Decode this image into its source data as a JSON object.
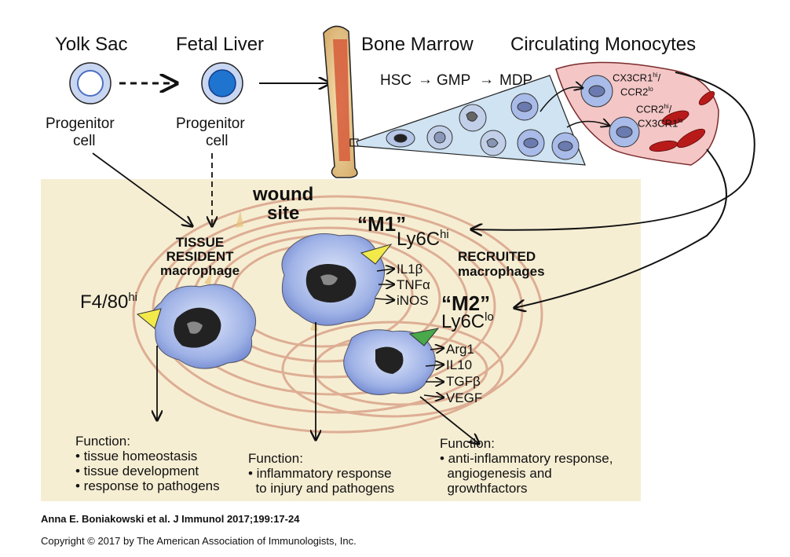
{
  "top": {
    "yolk_sac": "Yolk Sac",
    "fetal_liver": "Fetal Liver",
    "bone_marrow": "Bone Marrow",
    "circulating_monocytes": "Circulating Monocytes",
    "progenitor_1": "Progenitor",
    "cell_1": "cell",
    "progenitor_2": "Progenitor",
    "cell_2": "cell",
    "hsc": "HSC",
    "gmp": "GMP",
    "mdp": "MDP",
    "cx3cr1_hi": "CX3CR1",
    "cx3cr1_hi_sup": "hi",
    "ccr2_lo": "CCR2",
    "ccr2_lo_sup": "lo",
    "ccr2_hi": "CCR2",
    "ccr2_hi_sup": "hi",
    "cx3cr1_lo": "CX3CR1",
    "cx3cr1_lo_sup": "lo"
  },
  "wound": {
    "wound_site": "wound\nsite",
    "tissue_resident": "TISSUE\nRESIDENT\nmacrophage",
    "f480": "F4/80",
    "f480_sup": "hi",
    "m1": "“M1”",
    "m1_marker": "Ly6C",
    "m1_marker_sup": "hi",
    "m1_cytokines": [
      "IL1β",
      "TNFα",
      "iNOS"
    ],
    "recruited": "RECRUITED\nmacrophages",
    "m2": "“M2”",
    "m2_marker": "Ly6C",
    "m2_marker_sup": "lo",
    "m2_cytokines": [
      "Arg1",
      "IL10",
      "TGFβ",
      "VEGF"
    ],
    "func_resident": "Function:\n• tissue homeostasis\n• tissue development\n• response to pathogens",
    "func_m1": "Function:\n• inflammatory response\n  to injury and pathogens",
    "func_m2": "Function:\n• anti-inflammatory response,\n  angiogenesis and\n  growthfactors"
  },
  "footer": {
    "citation": "Anna E. Boniakowski  et al. J Immunol  2017;199:17-24",
    "copyright": "Copyright © 2017 by The American Association of Immunologists, Inc."
  },
  "colors": {
    "panel": "#f6eed3",
    "wound": "#d9a48a",
    "cell": "#9fb2e6",
    "marker_yellow": "#f2ea4a",
    "marker_green": "#48a84a",
    "vessel": "#f4c6c6",
    "rbc": "#b81a1a"
  }
}
